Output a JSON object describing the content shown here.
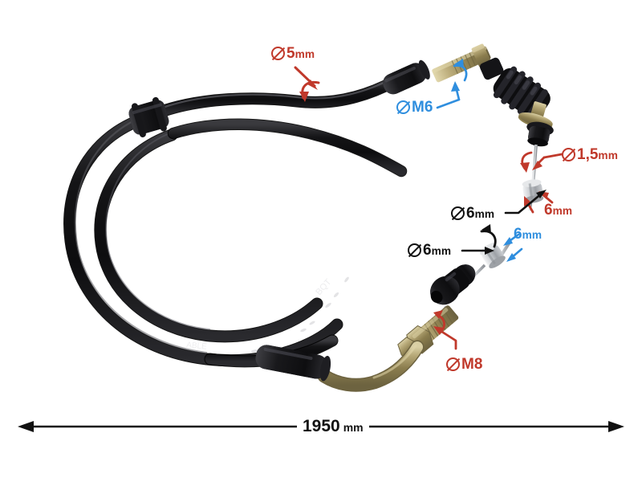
{
  "document": {
    "kind": "technical-product-dimension-diagram",
    "subject": "throttle cable assembly",
    "background_color": "#ffffff"
  },
  "colors": {
    "red": "#c0392b",
    "blue": "#2f8ede",
    "black": "#111111",
    "cable_black": "#1b1b1d",
    "brass": "#a99661",
    "steel": "#b9bcc0",
    "background": "#ffffff"
  },
  "annotations": [
    {
      "id": "cable-outer-diameter",
      "text": "5 mm",
      "value": "5",
      "unit": "mm",
      "symbol": "diameter-icon",
      "color": "red",
      "points_to": "outer cable sheath"
    },
    {
      "id": "upper-thread-size",
      "text": "M6",
      "value": "M6",
      "unit": "",
      "symbol": "diameter-icon",
      "color": "blue",
      "points_to": "upper brass threaded adjuster"
    },
    {
      "id": "inner-wire-diameter",
      "text": "1,5 mm",
      "value": "1,5",
      "unit": "mm",
      "symbol": "diameter-icon",
      "color": "red",
      "points_to": "inner steel wire"
    },
    {
      "id": "upper-barrel-nipple-red",
      "text": "6 mm",
      "value": "6",
      "unit": "mm",
      "symbol": "",
      "color": "red",
      "points_to": "upper barrel nipple"
    },
    {
      "id": "upper-barrel-nipple-black",
      "text": "6 mm",
      "value": "6",
      "unit": "mm",
      "symbol": "diameter-icon",
      "color": "black",
      "points_to": "upper barrel nipple diameter"
    },
    {
      "id": "lower-barrel-nipple-black",
      "text": "6 mm",
      "value": "6",
      "unit": "mm",
      "symbol": "diameter-icon",
      "color": "black",
      "points_to": "lower barrel nipple diameter"
    },
    {
      "id": "lower-barrel-nipple-blue",
      "text": "6 mm",
      "value": "6",
      "unit": "mm",
      "symbol": "",
      "color": "blue",
      "points_to": "lower barrel nipple length"
    },
    {
      "id": "lower-thread-size",
      "text": "M8",
      "value": "M8",
      "unit": "",
      "symbol": "diameter-icon",
      "color": "red",
      "points_to": "lower brass threaded adjuster"
    }
  ],
  "overall_dimension": {
    "id": "total-length",
    "value": "1950",
    "unit": "mm",
    "style": "double-headed-arrow",
    "position": "bottom"
  }
}
